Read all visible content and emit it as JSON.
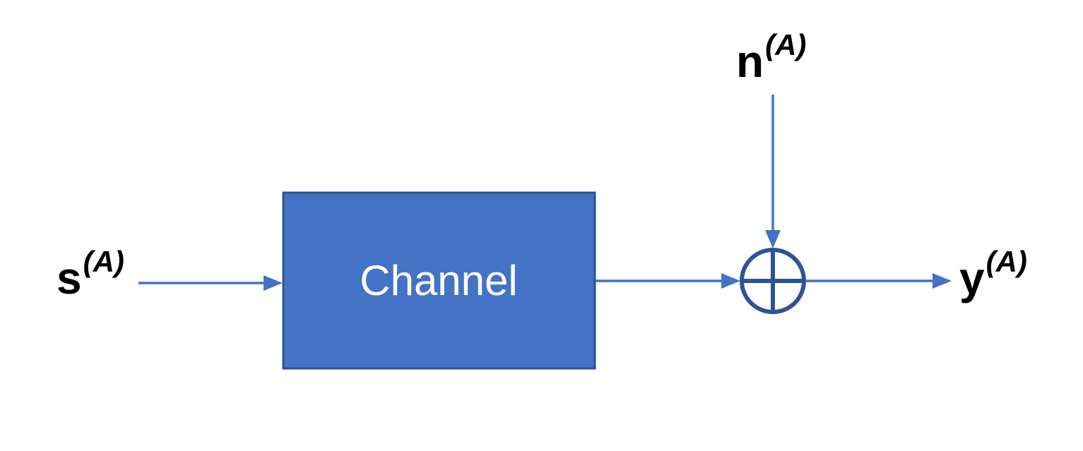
{
  "diagram": {
    "channel_box": {
      "label": "Channel"
    },
    "labels": {
      "input": {
        "base": "s",
        "sup": "(A)"
      },
      "noise": {
        "base": "n",
        "sup": "(A)"
      },
      "output": {
        "base": "y",
        "sup": "(A)"
      }
    },
    "adder": {
      "symbol": "plus-in-circle"
    }
  },
  "colors": {
    "background": "#FFFFFF",
    "line": "#4472C4",
    "box_fill": "#4472C4",
    "box_border": "#2F528F",
    "adder_stroke": "#2F5496",
    "box_text": "#FFFFFF",
    "label_text": "#000000"
  }
}
